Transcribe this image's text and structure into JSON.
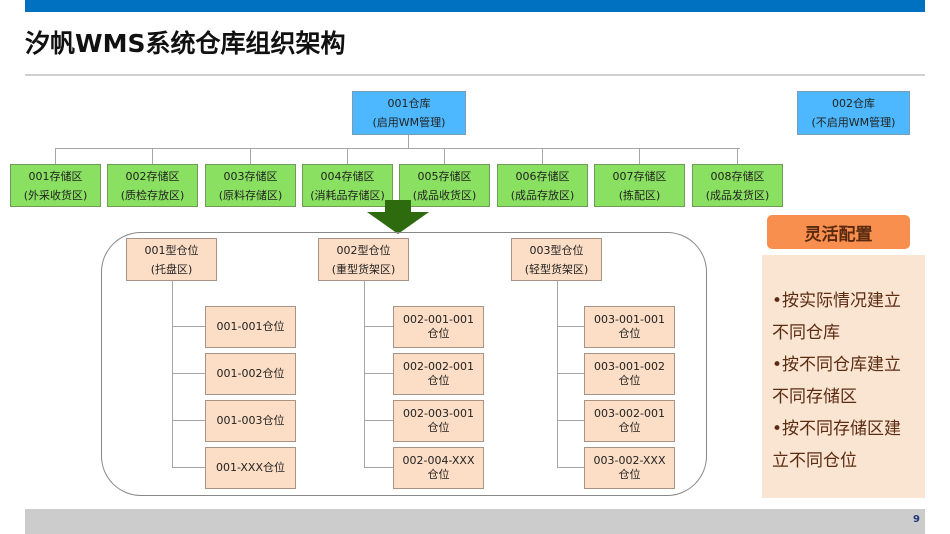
{
  "title": "汐帆WMS系统仓库组织架构",
  "colors": {
    "accent_bar": "#0070C0",
    "warehouse": "#4DB8FF",
    "zone": "#8AE060",
    "location": "#FCDDC5",
    "arrow": "#2E6B0E",
    "config_title": "#F88F4F",
    "config_body": "#FAE4D2"
  },
  "warehouses": [
    {
      "line1": "001仓库",
      "line2": "(启用WM管理)"
    },
    {
      "line1": "002仓库",
      "line2": "(不启用WM管理)"
    }
  ],
  "zones": [
    {
      "line1": "001存储区",
      "line2": "(外采收货区)"
    },
    {
      "line1": "002存储区",
      "line2": "(质检存放区)"
    },
    {
      "line1": "003存储区",
      "line2": "(原料存储区)"
    },
    {
      "line1": "004存储区",
      "line2": "(消耗品存储区)"
    },
    {
      "line1": "005存储区",
      "line2": "(成品收货区)"
    },
    {
      "line1": "006存储区",
      "line2": "(成品存放区)"
    },
    {
      "line1": "007存储区",
      "line2": "(拣配区)"
    },
    {
      "line1": "008存储区",
      "line2": "(成品发货区)"
    }
  ],
  "bin_types": [
    {
      "line1": "001型仓位",
      "line2": "(托盘区)",
      "bins": [
        "001-001仓位",
        "001-002仓位",
        "001-003仓位",
        "001-XXX仓位"
      ]
    },
    {
      "line1": "002型仓位",
      "line2": "(重型货架区)",
      "bins": [
        [
          "002-001-001",
          "仓位"
        ],
        [
          "002-002-001",
          "仓位"
        ],
        [
          "002-003-001",
          "仓位"
        ],
        [
          "002-004-XXX",
          "仓位"
        ]
      ]
    },
    {
      "line1": "003型仓位",
      "line2": "(轻型货架区)",
      "bins": [
        [
          "003-001-001",
          "仓位"
        ],
        [
          "003-001-002",
          "仓位"
        ],
        [
          "003-002-001",
          "仓位"
        ],
        [
          "003-002-XXX",
          "仓位"
        ]
      ]
    }
  ],
  "config": {
    "title": "灵活配置",
    "items": [
      "•按实际情况建立不同仓库",
      "•按不同仓库建立不同存储区",
      "•按不同存储区建立不同仓位"
    ]
  },
  "page_number": "9"
}
